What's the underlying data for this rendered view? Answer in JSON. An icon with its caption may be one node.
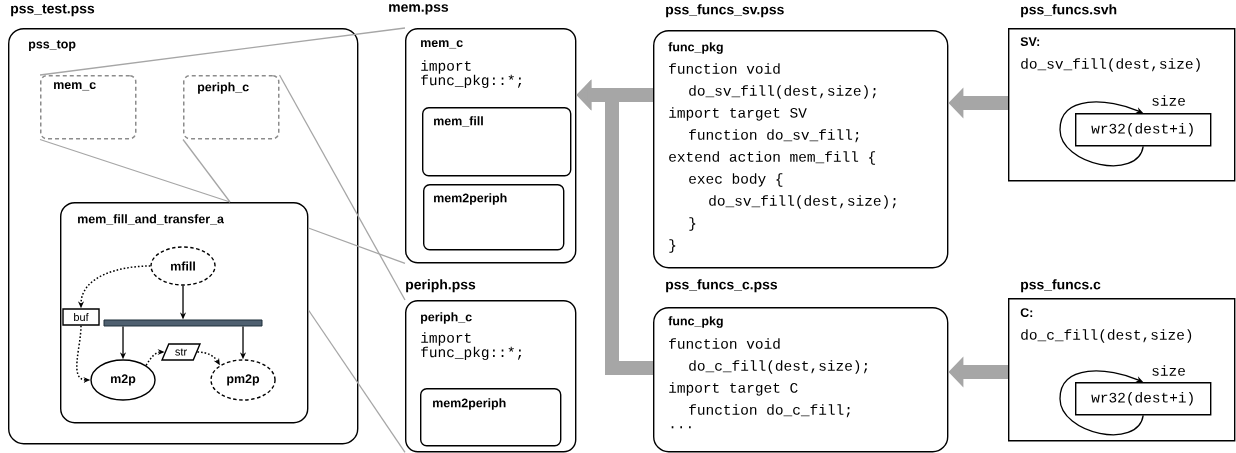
{
  "diagram": {
    "nodes": [
      {
        "text": [
          "pss_test.pss",
          "pss_top"
        ]
      },
      {
        "text": [
          "mem_c"
        ],
        "in": 0
      },
      {
        "text": [
          "periph_c"
        ],
        "in": 0
      },
      {
        "text": [
          "mem_fill_and_transfer_a"
        ],
        "in": 0
      },
      {
        "text": [
          "mfill"
        ],
        "in": 3
      },
      {
        "text": [
          "buf"
        ],
        "in": 3
      },
      {
        "text": [],
        "shape": "bar",
        "in": 3
      },
      {
        "text": [
          "m2p"
        ],
        "in": 3
      },
      {
        "text": [
          "str"
        ],
        "in": 3
      },
      {
        "text": [
          "pm2p"
        ],
        "in": 3
      },
      {
        "text": [
          "mem.pss",
          "mem_c",
          "import func_pkg::*;"
        ]
      },
      {
        "text": [
          "mem_fill"
        ],
        "in": 10
      },
      {
        "text": [
          "mem2periph"
        ],
        "in": 10
      },
      {
        "text": [
          "periph.pss",
          "periph_c",
          "import func_pkg::*;"
        ]
      },
      {
        "text": [
          "mem2periph"
        ],
        "in": 13
      },
      {
        "text": [
          "pss_funcs_sv.pss",
          "func_pkg",
          "function void",
          "do_sv_fill(dest,size);",
          "import target SV",
          "function do_sv_fill;",
          "extend action mem_fill {",
          "exec body {",
          "do_sv_fill(dest,size);",
          "}",
          "}"
        ]
      },
      {
        "text": [
          "pss_funcs_c.pss",
          "func_pkg",
          "function void",
          "do_c_fill(dest,size);",
          "import target C",
          "function do_c_fill;",
          "..."
        ]
      },
      {
        "text": [
          "pss_funcs.svh",
          "SV:",
          "do_sv_fill(dest,size)"
        ]
      },
      {
        "text": [
          "wr32(dest+i)"
        ],
        "in": 17
      },
      {
        "text": [
          "pss_funcs.c",
          "C:",
          "do_c_fill(dest,size)"
        ]
      },
      {
        "text": [
          "wr32(dest+i)"
        ],
        "in": 19
      }
    ],
    "edges": [
      {
        "from": 1,
        "to": 10,
        "arrow": "none",
        "color": "#a6a6a6"
      },
      {
        "from": 3,
        "to": 10,
        "arrow": "none",
        "color": "#a6a6a6"
      },
      {
        "from": 2,
        "to": 13,
        "arrow": "none",
        "color": "#a6a6a6"
      },
      {
        "from": 3,
        "to": 13,
        "arrow": "none",
        "color": "#a6a6a6"
      },
      {
        "from": 1,
        "to": 3,
        "arrow": "none",
        "color": "#a6a6a6"
      },
      {
        "from": 2,
        "to": 3,
        "arrow": "none",
        "color": "#a6a6a6"
      },
      {
        "from": 4,
        "to": 6,
        "arrow": "to",
        "color": "#000000"
      },
      {
        "from": 6,
        "to": 7,
        "arrow": "to",
        "color": "#000000"
      },
      {
        "from": 6,
        "to": 9,
        "arrow": "to",
        "color": "#000000"
      },
      {
        "from": 4,
        "to": 5,
        "arrow": "to",
        "style": "dashed",
        "color": "#000000"
      },
      {
        "from": 5,
        "to": 7,
        "arrow": "to",
        "style": "dashed",
        "color": "#000000"
      },
      {
        "from": 7,
        "to": 8,
        "arrow": "to",
        "style": "dashed",
        "color": "#000000"
      },
      {
        "from": 8,
        "to": 9,
        "arrow": "to",
        "style": "dashed",
        "color": "#000000"
      },
      {
        "from": 18,
        "to": 18,
        "arrow": "to",
        "label": "size",
        "color": "#000000"
      },
      {
        "from": 20,
        "to": 20,
        "arrow": "to",
        "label": "size",
        "color": "#000000"
      },
      {
        "from": 17,
        "to": 15,
        "arrow": "to",
        "style": "thick",
        "color": "#a6a6a6"
      },
      {
        "from": 19,
        "to": 16,
        "arrow": "to",
        "style": "thick",
        "color": "#a6a6a6"
      },
      {
        "from": 15,
        "to": 10,
        "arrow": "to",
        "style": "thick",
        "color": "#a6a6a6"
      },
      {
        "from": 16,
        "to": 10,
        "arrow": "to",
        "style": "thick",
        "color": "#a6a6a6"
      }
    ]
  }
}
